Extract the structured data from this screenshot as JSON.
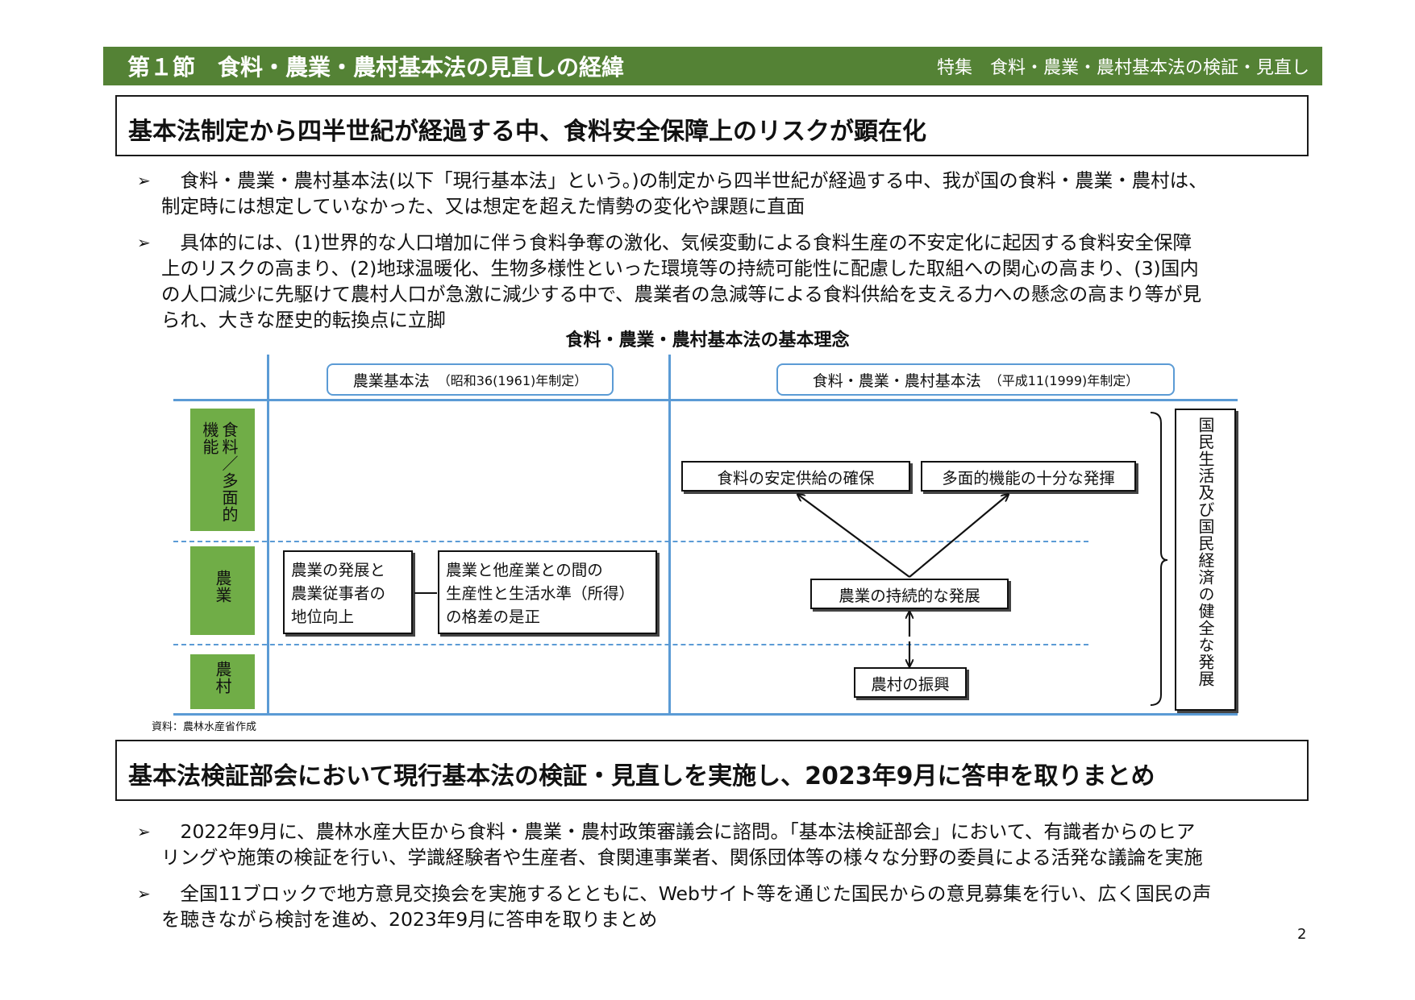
{
  "header": {
    "section": "第１節　食料・農業・農村基本法の見直しの経緯",
    "feature": "特集　食料・農業・農村基本法の検証・見直し"
  },
  "section1": {
    "title": "基本法制定から四半世紀が経過する中、食料安全保障上のリスクが顕在化",
    "bullets": [
      {
        "marker": "➢",
        "lines": [
          "　食料・農業・農村基本法(以下「現行基本法」という。)の制定から四半世紀が経過する中、我が国の食料・農業・農村は、",
          "制定時には想定していなかった、又は想定を超えた情勢の変化や課題に直面"
        ]
      },
      {
        "marker": "➢",
        "lines": [
          "　具体的には、(1)世界的な人口増加に伴う食料争奪の激化、気候変動による食料生産の不安定化に起因する食料安全保障",
          "上のリスクの高まり、(2)地球温暖化、生物多様性といった環境等の持続可能性に配慮した取組への関心の高まり、(3)国内",
          "の人口減少に先駆けて農村人口が急激に減少する中で、農業者の急減等による食料供給を支える力への懸念の高まり等が見",
          "られ、大きな歴史的転換点に立脚"
        ]
      }
    ]
  },
  "diagram": {
    "title": "食料・農業・農村基本法の基本理念",
    "old_law": {
      "name": "農業基本法",
      "note": "（昭和36(1961)年制定）"
    },
    "new_law": {
      "name": "食料・農業・農村基本法",
      "note": "（平成11(1999)年制定）"
    },
    "rows": [
      "食料／多面的機能",
      "農業",
      "農村"
    ],
    "old_boxes": [
      {
        "lines": [
          "農業の発展と",
          "農業従事者の",
          "地位向上"
        ]
      },
      {
        "lines": [
          "農業と他産業との間の",
          "生産性と生活水準（所得）",
          "の格差の是正"
        ]
      }
    ],
    "new_boxes": {
      "stable_supply": "食料の安定供給の確保",
      "multifunction": "多面的機能の十分な発揮",
      "sustainable": "農業の持続的な発展",
      "rural": "農村の振興"
    },
    "goal": "国民生活及び国民経済の健全な発展",
    "source": "資料：農林水産省作成"
  },
  "section2": {
    "title": "基本法検証部会において現行基本法の検証・見直しを実施し、2023年9月に答申を取りまとめ",
    "bullets": [
      {
        "marker": "➢",
        "lines": [
          "　2022年9月に、農林水産大臣から食料・農業・農村政策審議会に諮問。「基本法検証部会」において、有識者からのヒア",
          "リングや施策の検証を行い、学識経験者や生産者、食関連事業者、関係団体等の様々な分野の委員による活発な議論を実施"
        ]
      },
      {
        "marker": "➢",
        "lines": [
          "　全国11ブロックで地方意見交換会を実施するとともに、Webサイト等を通じた国民からの意見募集を行い、広く国民の声",
          "を聴きながら検討を進め、2023年9月に答申を取りまとめ"
        ]
      }
    ]
  },
  "page_number": "2"
}
